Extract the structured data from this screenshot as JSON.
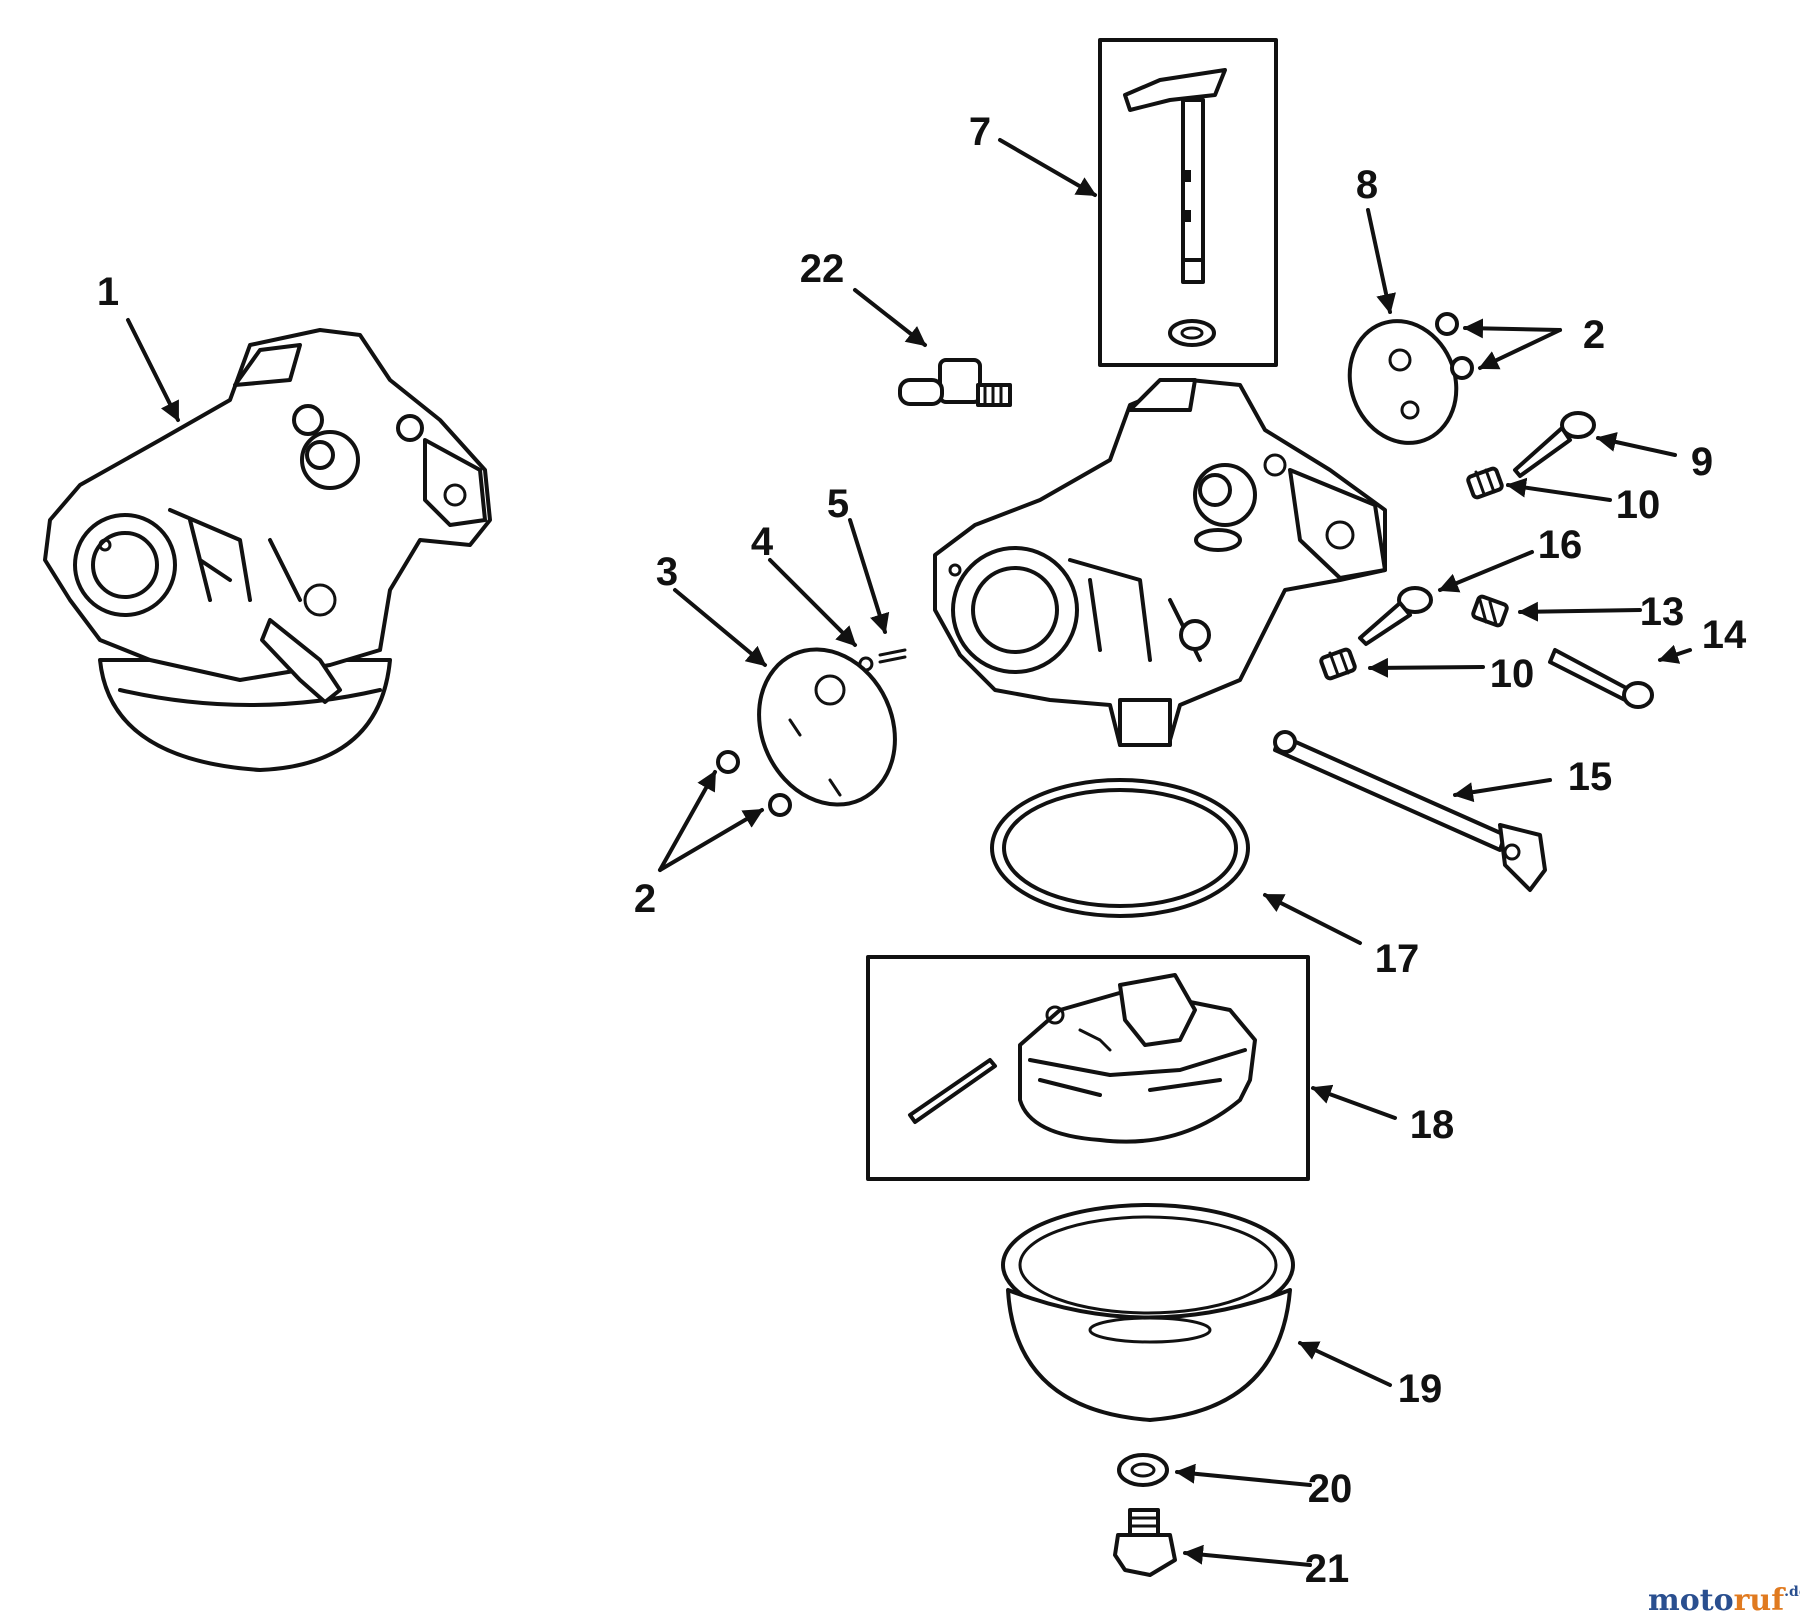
{
  "callouts": {
    "c1": "1",
    "c2a": "2",
    "c2b": "2",
    "c3": "3",
    "c4": "4",
    "c5": "5",
    "c7": "7",
    "c8": "8",
    "c9": "9",
    "c10a": "10",
    "c10b": "10",
    "c13": "13",
    "c14": "14",
    "c15": "15",
    "c16": "16",
    "c17": "17",
    "c18": "18",
    "c19": "19",
    "c20": "20",
    "c21": "21",
    "c22": "22"
  },
  "watermark": {
    "brand_a": "moto",
    "brand_b": "ruf",
    "tld": ".de"
  },
  "colors": {
    "ink": "#111111",
    "paper": "#ffffff",
    "brand_blue": "#2a4f8f",
    "brand_orange": "#e07a1f"
  }
}
